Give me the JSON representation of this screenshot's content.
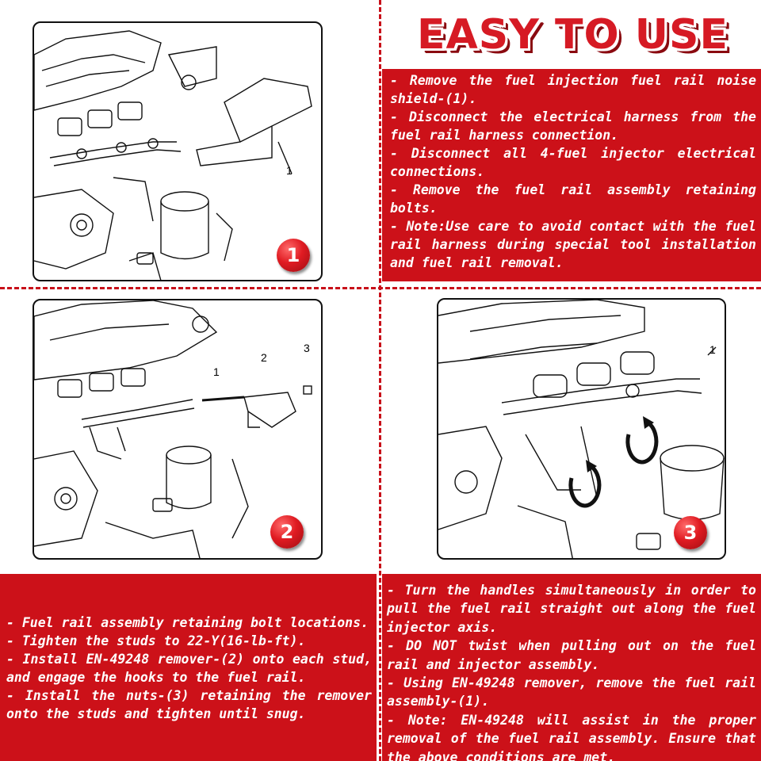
{
  "title": "EASY TO USE",
  "steps": [
    {
      "badge": "1",
      "callouts": [
        "1"
      ],
      "instructions": "- Remove the fuel injection fuel rail noise shield-(1).\n- Disconnect the electrical harness from the fuel rail harness connection.\n- Disconnect all 4-fuel injector electrical connections.\n- Remove the fuel rail assembly retaining bolts.\n- Note:Use care to avoid contact with the fuel rail harness during special tool installation and fuel rail removal."
    },
    {
      "badge": "2",
      "callouts": [
        "1",
        "2",
        "3"
      ],
      "instructions": "- Fuel rail assembly retaining bolt locations.\n- Tighten the studs to 22-Y(16-lb-ft).\n- Install EN-49248 remover-(2) onto each stud, and engage the hooks to the fuel rail.\n- Install the nuts-(3) retaining the remover onto the studs and tighten until snug."
    },
    {
      "badge": "3",
      "callouts": [
        "1"
      ],
      "instructions": "- Turn the handles simultaneously in order to pull the fuel rail straight out along the fuel injector axis.\n- DO NOT twist when pulling out on the fuel rail and injector assembly.\n- Using EN-49248 remover, remove the fuel rail assembly-(1).\n- Note: EN-49248 will assist in the proper removal of the fuel rail assembly. Ensure that the above conditions are met."
    }
  ],
  "colors": {
    "accent": "#cc1119",
    "title": "#d61a24",
    "title_shadow": "#8a0a10",
    "divider": "#c8101a"
  },
  "icons": [
    "engine-line-drawing",
    "rotate-arrow-icon"
  ]
}
